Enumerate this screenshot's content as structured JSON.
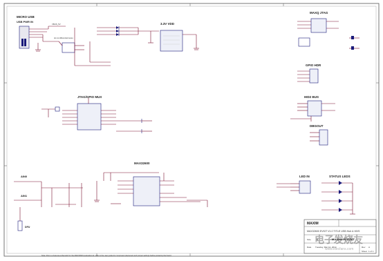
{
  "sections": {
    "micro_usb": "MICRO USB",
    "usb_power_in": "USB PWR IN",
    "sys_vdd": "3.3V VDD",
    "jtag_gpio_mux": "JTAG/GPIO MUX",
    "swd_jtag": "MAXQ JTAG",
    "gpio_header": "GPIO HDR",
    "hid_bus": "HID2 BUS",
    "dbgout": "DBGOUT",
    "max_mcu": "MAX32600",
    "led_in": "LED IN",
    "status_leds": "STATUS LEDS",
    "ain0": "AIN0",
    "ain1": "AIN1",
    "dfu": "DFU",
    "usb_note": "do not differential traces"
  },
  "title_block": {
    "company": "MAXIM",
    "doc_title": "MAX32600 EVKIT V1.0 TITLE  USB Hub & MVS",
    "doc_number": "MAX32600-EVKIT",
    "rev_label": "Rev",
    "rev_value": "A",
    "sheet_label": "Sheet",
    "sheet_value": "1 of 1",
    "size_label": "Size",
    "size_value": "B",
    "date_label": "Date",
    "date_value": "Tuesday, Mar 12, 2014"
  },
  "footer_note": "Note: this is a dual-use schematic for the MAX32600 evaluation kit; refer to the user guide for component placement and jumper settings before powering the board.",
  "watermark": {
    "text": "电子发烧友",
    "url": "www.elecfans.com"
  },
  "colors": {
    "wire": "#7a1030",
    "component": "#1a1a7a",
    "frame": "#555555",
    "watermark": "#b0b0b0"
  }
}
